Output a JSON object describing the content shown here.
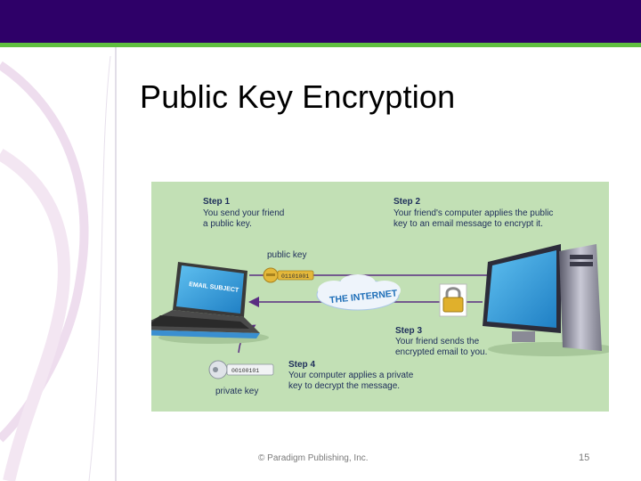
{
  "slide": {
    "title": "Public Key Encryption",
    "footer": "© Paradigm Publishing, Inc.",
    "page_number": "15"
  },
  "diagram": {
    "step1": {
      "heading": "Step 1",
      "line1": "You send your friend",
      "line2": "a public key."
    },
    "step2": {
      "heading": "Step 2",
      "line1": "Your friend's computer applies the public",
      "line2": "key to an email message to encrypt it."
    },
    "step3": {
      "heading": "Step 3",
      "line1": "Your friend sends the",
      "line2": "encrypted email to you."
    },
    "step4": {
      "heading": "Step 4",
      "line1": "Your computer applies a private",
      "line2": "key to decrypt the message."
    },
    "public_key_label": "public key",
    "public_key_code": "01101001",
    "private_key_label": "private key",
    "private_key_code": "00100101",
    "internet_label": "THE INTERNET",
    "screen_label": "EMAIL SUBJECT"
  },
  "colors": {
    "header": "#2e0068",
    "header_accent": "#5fbf3f",
    "diagram_bg": "#c2e0b5",
    "text_navy": "#1d2d5a",
    "arrow_purple": "#5a2d82",
    "key_gold": "#e4b83a",
    "screen_blue": "#2f9ad8"
  },
  "icons": [
    "laptop-icon",
    "desktop-computer-icon",
    "padlock-icon",
    "gold-key-icon",
    "silver-key-icon",
    "internet-cloud-icon"
  ]
}
